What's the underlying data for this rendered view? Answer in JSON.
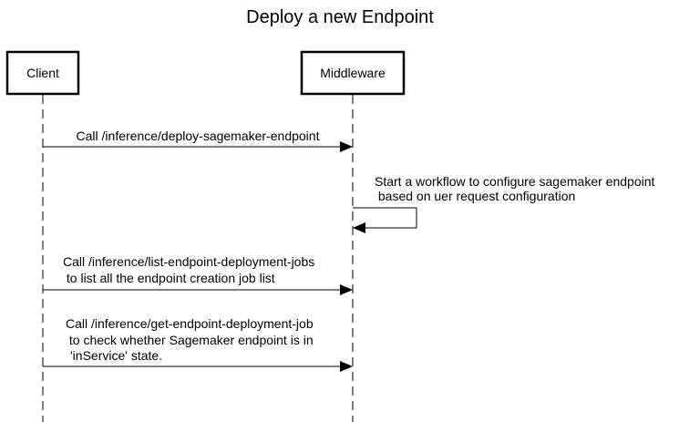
{
  "title": "Deploy a new Endpoint",
  "participants": [
    {
      "id": "client",
      "label": "Client"
    },
    {
      "id": "middleware",
      "label": "Middleware"
    }
  ],
  "messages": [
    {
      "from": "client",
      "to": "middleware",
      "lines": [
        "Call /inference/deploy-sagemaker-endpoint"
      ]
    },
    {
      "from": "middleware",
      "to": "middleware",
      "lines": [
        "Start a workflow to configure sagemaker endpoint",
        " based on uer request configuration"
      ]
    },
    {
      "from": "client",
      "to": "middleware",
      "lines": [
        "Call /inference/list-endpoint-deployment-jobs",
        " to list all the endpoint creation job list"
      ]
    },
    {
      "from": "client",
      "to": "middleware",
      "lines": [
        "Call /inference/get-endpoint-deployment-job",
        " to check whether Sagemaker endpoint is in",
        "'inService' state."
      ]
    }
  ]
}
